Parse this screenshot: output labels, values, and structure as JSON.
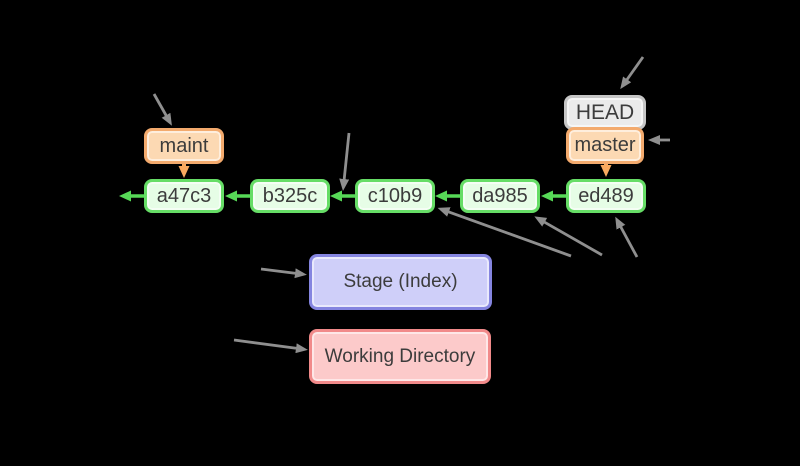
{
  "diagram": {
    "title_hint": "git commit history with HEAD, branches, stage and working directory",
    "commits": [
      {
        "id": "a47c3"
      },
      {
        "id": "b325c"
      },
      {
        "id": "c10b9"
      },
      {
        "id": "da985"
      },
      {
        "id": "ed489"
      }
    ],
    "refs": {
      "head_label": "HEAD",
      "master_label": "master",
      "maint_label": "maint"
    },
    "areas": {
      "stage_label": "Stage (Index)",
      "working_label": "Working Directory"
    },
    "colors": {
      "background": "#000000",
      "commit_fill": "#e6fde6",
      "commit_border": "#66dd66",
      "commit_arrow": "#57d957",
      "branch_fill": "#fcd9b3",
      "branch_border": "#f3aa6d",
      "branch_arrow": "#f9a95f",
      "head_fill": "#ebebeb",
      "head_border": "#c6c6c6",
      "stage_fill": "#cfcff9",
      "stage_border": "#8585e0",
      "working_fill": "#fccaca",
      "working_border": "#f18a8a",
      "pointer_arrow": "#8f8f8f",
      "text": "#3c3c3c"
    }
  }
}
